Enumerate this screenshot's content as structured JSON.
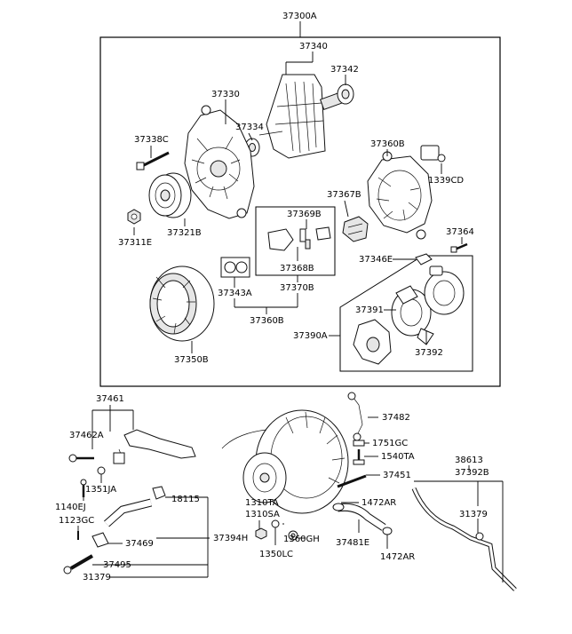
{
  "labels": {
    "assembly": "37300A",
    "rotor": "37340",
    "bearing_rear": "37342",
    "front_bracket": "37330",
    "bearing_front": "37334",
    "through_bolt": "37338C",
    "pulley": "37321B",
    "pulley_nut": "37311E",
    "rear_bracket": "37360B",
    "terminal": "1339CD",
    "rectifier": "37367B",
    "brush_holder": "37369B",
    "brush_set": "37368B",
    "brush_assy": "37370B",
    "bolt_37364": "37364",
    "bracket_37346E": "37346E",
    "bushing": "37343A",
    "rear_group": "37360B",
    "stator": "37350B",
    "vacuum_pump": "37391",
    "pump_assy": "37390A",
    "pump_cover": "37392",
    "bracket_assy": "37461",
    "bracket": "37462A",
    "bolt_1140EJ": "1140EJ",
    "nut_1351JA": "1351JA",
    "bolt_1123GC": "1123GC",
    "hose_18115": "18115",
    "hose_assy": "37394H",
    "tube_37469": "37469",
    "fitting_37495": "37495",
    "clamp_31379_left": "31379",
    "cable": "37482",
    "nut_1751GC": "1751GC",
    "bolt_1540TA": "1540TA",
    "stud": "37451",
    "washer_1310TA": "1310TA",
    "nut_1310SA": "1310SA",
    "nut_1360GH": "1360GH",
    "nut_1350LC": "1350LC",
    "clamp_1472AR_top": "1472AR",
    "hose_37481E": "37481E",
    "clamp_1472AR_bottom": "1472AR",
    "bolt_38613": "38613",
    "pipe": "37392B",
    "clamp_31379_right": "31379"
  }
}
